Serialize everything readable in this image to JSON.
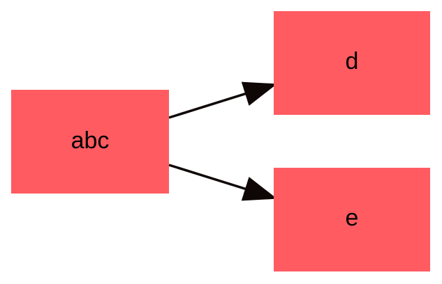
{
  "diagram": {
    "colors": {
      "node_fill": "#ff5b61",
      "edge": "#0f0606",
      "label": "#000000"
    },
    "nodes": [
      {
        "id": "abc",
        "label": "abc"
      },
      {
        "id": "d",
        "label": "d"
      },
      {
        "id": "e",
        "label": "e"
      }
    ],
    "edges": [
      {
        "from": "abc",
        "to": "d"
      },
      {
        "from": "abc",
        "to": "e"
      }
    ]
  }
}
